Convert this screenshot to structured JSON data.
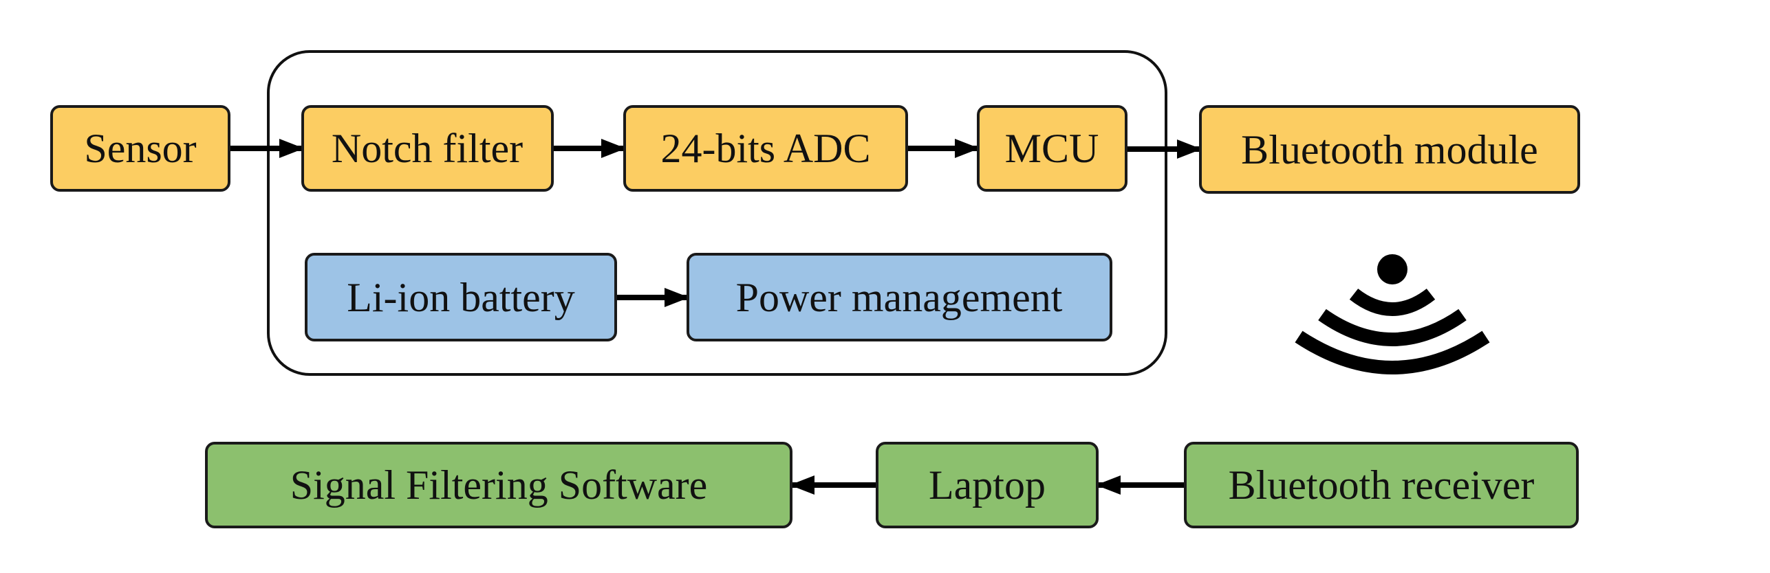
{
  "colors": {
    "signal_chain": "#FCCD62",
    "power": "#9DC3E6",
    "receiver_side": "#8CC06E",
    "outline": "#111111",
    "arrow": "#000000"
  },
  "blocks": {
    "sensor": "Sensor",
    "notch_filter": "Notch filter",
    "adc": "24-bits ADC",
    "mcu": "MCU",
    "bluetooth_module": "Bluetooth module",
    "battery": "Li-ion battery",
    "power_management": "Power management",
    "bluetooth_receiver": "Bluetooth receiver",
    "laptop": "Laptop",
    "software": "Signal Filtering Software"
  },
  "icons": {
    "wireless": "wireless-signal-icon"
  },
  "connections": [
    {
      "from": "sensor",
      "to": "notch_filter"
    },
    {
      "from": "notch_filter",
      "to": "adc"
    },
    {
      "from": "adc",
      "to": "mcu"
    },
    {
      "from": "mcu",
      "to": "bluetooth_module"
    },
    {
      "from": "battery",
      "to": "power_management"
    },
    {
      "from": "bluetooth_receiver",
      "to": "laptop"
    },
    {
      "from": "laptop",
      "to": "software"
    }
  ]
}
